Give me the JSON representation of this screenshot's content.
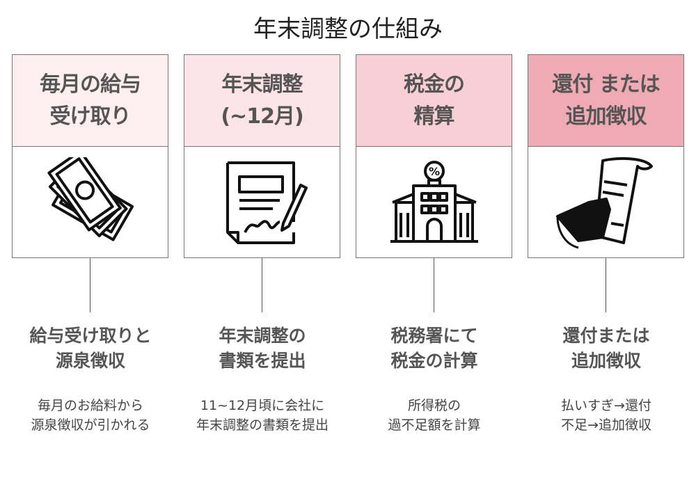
{
  "title": "年末調整の仕組み",
  "steps": [
    {
      "heading": "毎月の給与\n受け取り",
      "icon": "money-icon",
      "subtitle": "給与受け取りと\n源泉徴収",
      "description": "毎月のお給料から\n源泉徴収が引かれる",
      "color": "#fdeef0"
    },
    {
      "heading": "年末調整\n(~12月)",
      "icon": "document-sign-icon",
      "subtitle": "年末調整の\n書類を提出",
      "description": "11~12月頃に会社に\n年末調整の書類を提出",
      "color": "#fce4e8"
    },
    {
      "heading": "税金の\n精算",
      "icon": "tax-office-icon",
      "subtitle": "税務署にて\n税金の計算",
      "description": "所得税の\n過不足額を計算",
      "color": "#f9cfd6"
    },
    {
      "heading": "還付 または\n追加徴収",
      "icon": "receipt-hand-icon",
      "subtitle": "還付または\n追加徴収",
      "description": "払いすぎ→還付\n不足→追加徴収",
      "color": "#f0aab4"
    }
  ]
}
